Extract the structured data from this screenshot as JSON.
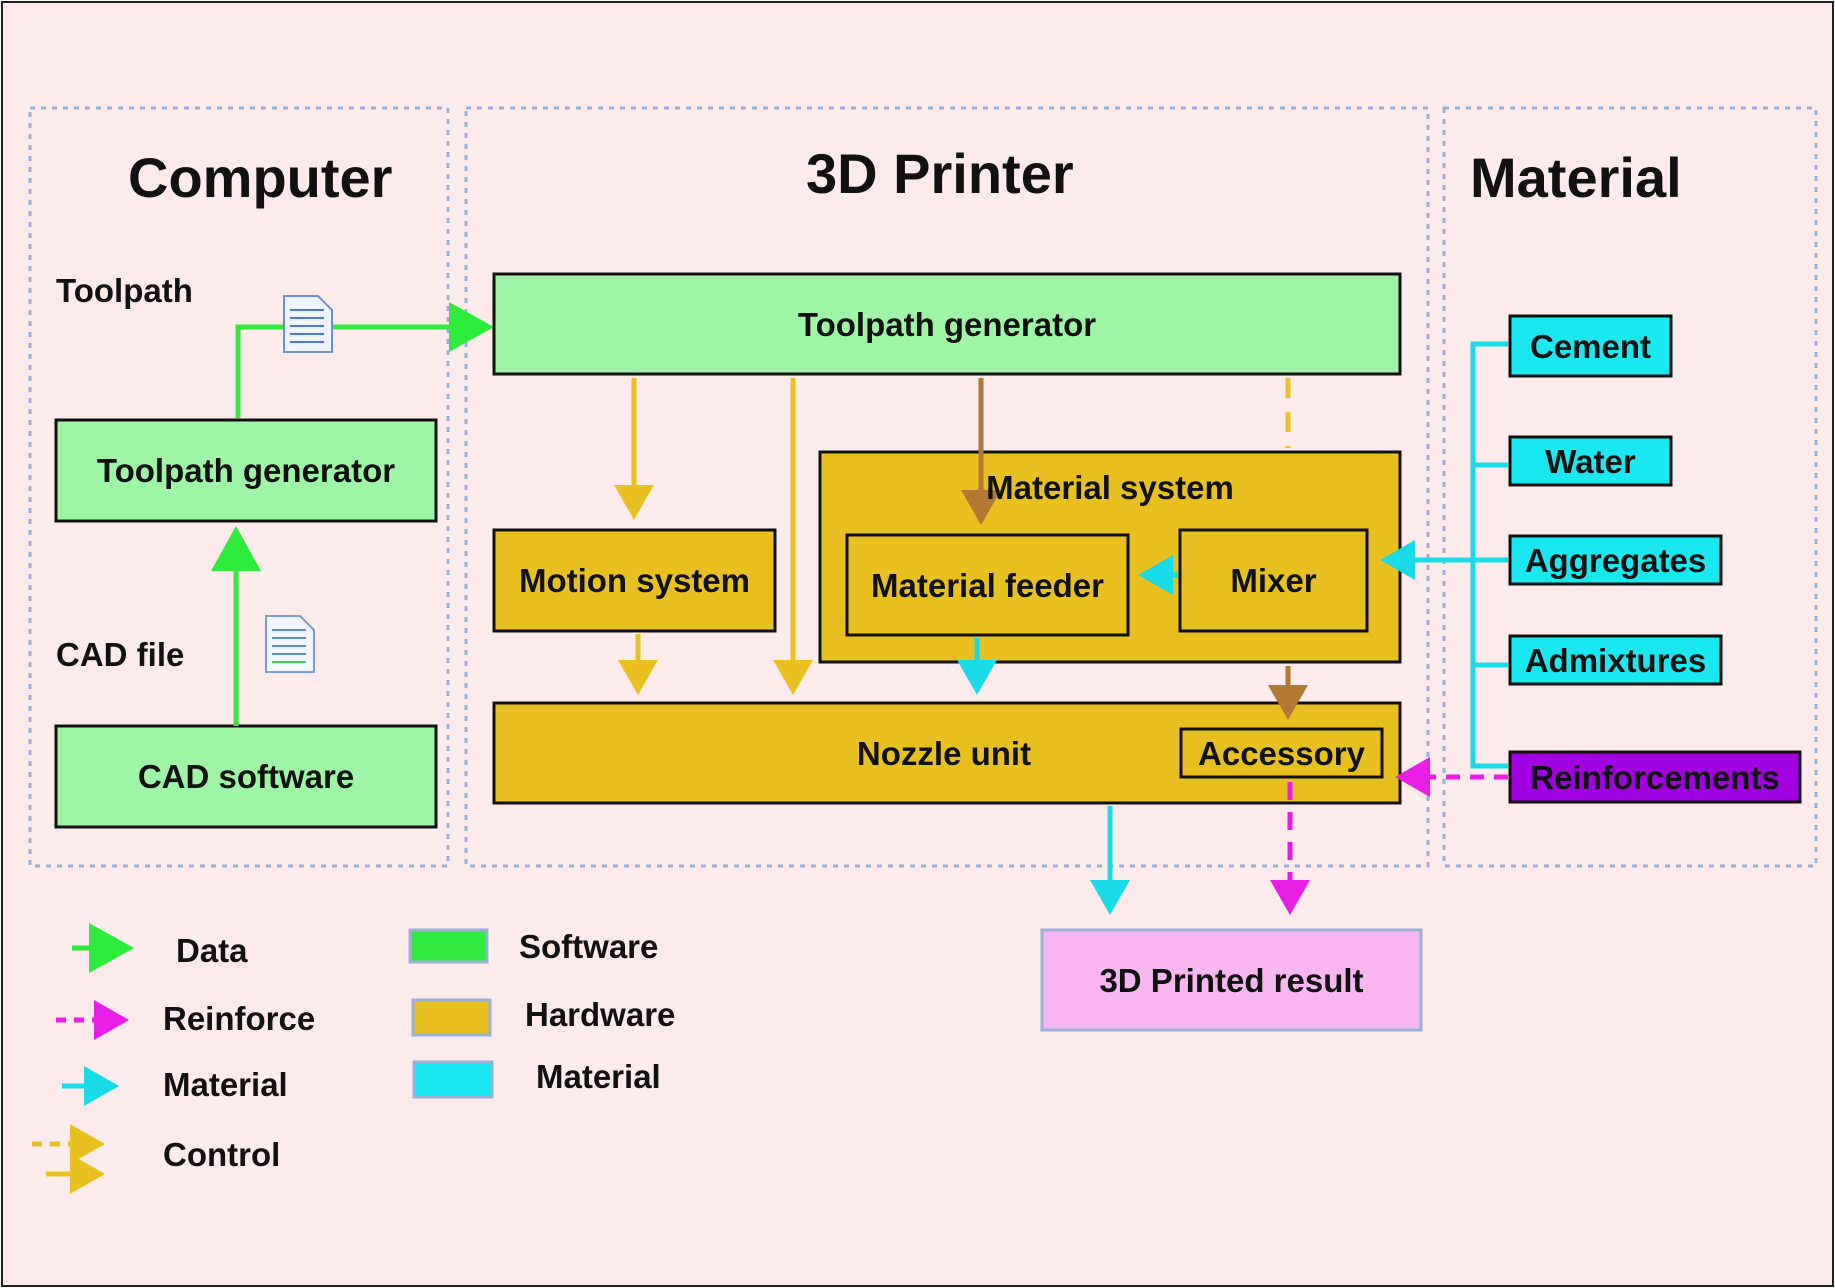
{
  "sections": {
    "computer": "Computer",
    "printer": "3D Printer",
    "material": "Material"
  },
  "computer": {
    "toolpath_label": "Toolpath",
    "cad_file_label": "CAD file",
    "toolpath_generator": "Toolpath generator",
    "cad_software": "CAD software",
    "document_icon": "document-icon"
  },
  "printer": {
    "toolpath_generator": "Toolpath generator",
    "material_system": "Material system",
    "motion_system": "Motion system",
    "material_feeder": "Material feeder",
    "mixer": "Mixer",
    "nozzle_unit": "Nozzle unit",
    "accessory": "Accessory"
  },
  "materials": {
    "items": [
      "Cement",
      "Water",
      "Aggregates",
      "Admixtures",
      "Reinforcements"
    ]
  },
  "result": "3D Printed result",
  "legend": {
    "arrows": [
      "Data",
      "Reinforce",
      "Material",
      "Control"
    ],
    "boxes": [
      "Software",
      "Hardware",
      "Material"
    ]
  },
  "colors": {
    "background": "#fdeaea",
    "software": "#9ff5a6",
    "hardware": "#e8c020",
    "material": "#19e8f0",
    "reinforcement": "#a100e0",
    "result": "#f7b5f2",
    "data_arrow": "#2eea3a",
    "reinforce_arrow": "#e81ee6",
    "material_arrow": "#19dbe8",
    "control_arrow": "#e8c020",
    "control_brown": "#b07a35",
    "dotted_border": "#9bb0d8"
  }
}
